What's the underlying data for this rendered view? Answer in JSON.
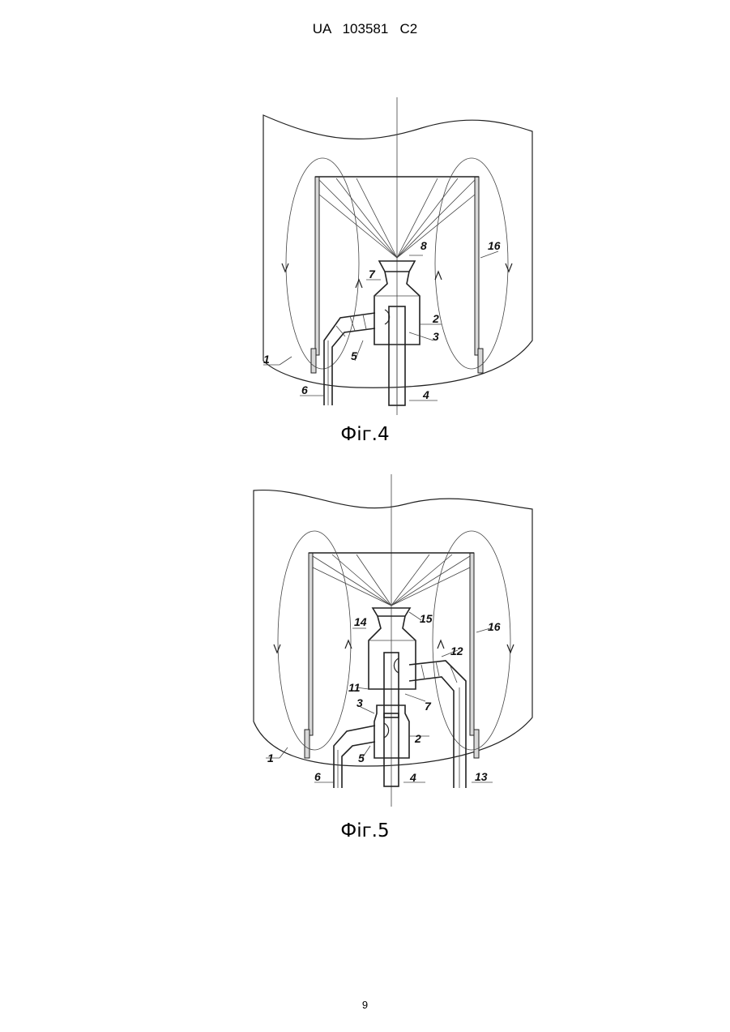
{
  "header": {
    "text": "UA   103581   C2"
  },
  "figures": [
    {
      "caption": "Фіг.4",
      "labels": [
        "1",
        "2",
        "3",
        "4",
        "5",
        "6",
        "7",
        "8",
        "16"
      ]
    },
    {
      "caption": "Фіг.5",
      "labels": [
        "1",
        "2",
        "3",
        "4",
        "5",
        "6",
        "7",
        "11",
        "12",
        "13",
        "14",
        "15",
        "16"
      ]
    }
  ],
  "page_number": "9"
}
